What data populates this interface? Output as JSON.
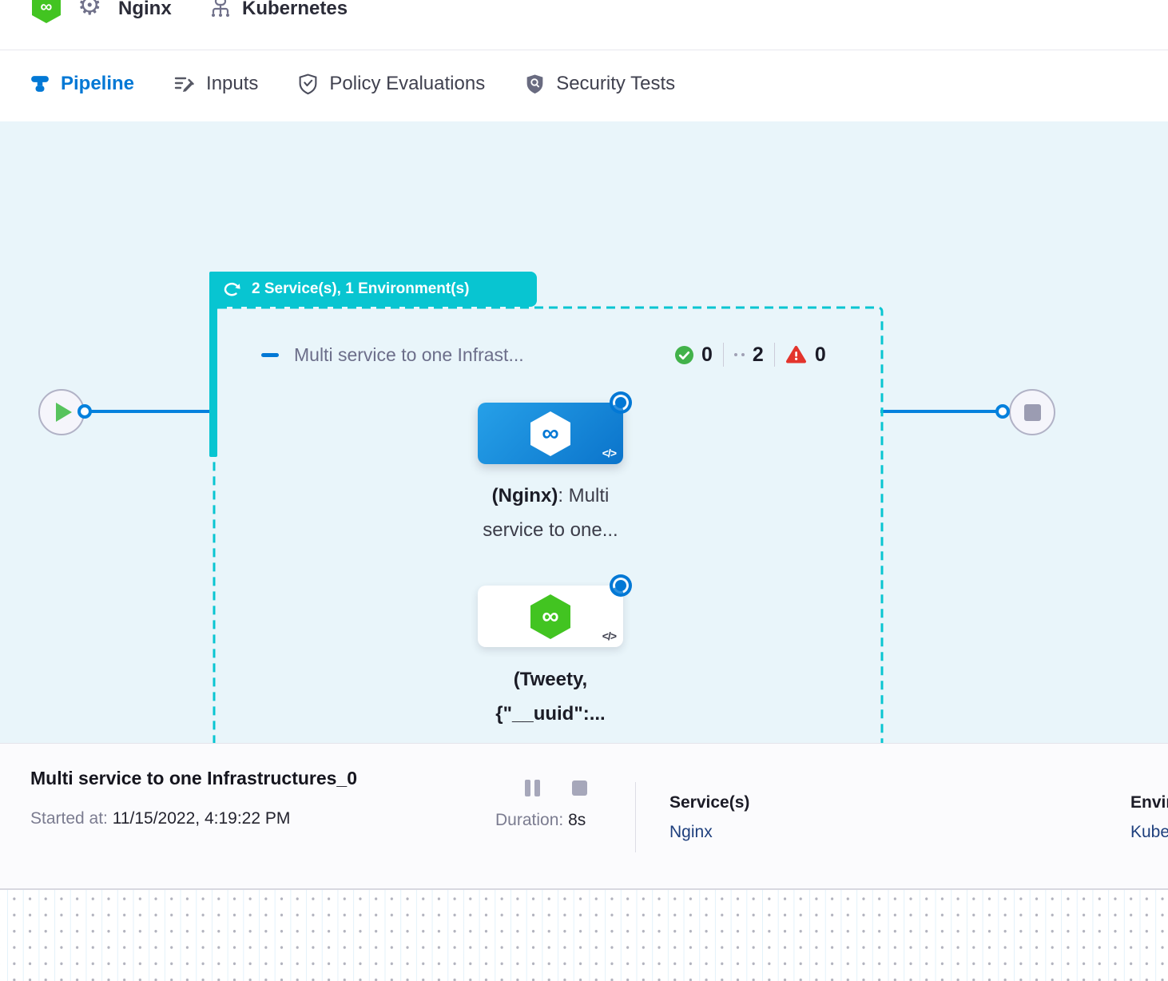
{
  "colors": {
    "accent_blue": "#0278d5",
    "stage_teal": "#08c5d1",
    "success_green": "#42b24a",
    "error_red": "#e3342c",
    "canvas_bg": "#e9f5fa",
    "link_navy": "#1e3f7d"
  },
  "topbar": {
    "service_label": "Nginx",
    "environment_label": "Kubernetes"
  },
  "tabs": [
    {
      "label": "Pipeline",
      "active": true
    },
    {
      "label": "Inputs",
      "active": false
    },
    {
      "label": "Policy Evaluations",
      "active": false
    },
    {
      "label": "Security Tests",
      "active": false
    }
  ],
  "stage": {
    "badge": "2 Service(s), 1 Environment(s)",
    "title": "Multi service to one Infrast...",
    "counts": {
      "success": "0",
      "running": "2",
      "failed": "0"
    },
    "nodes": {
      "nginx": {
        "line1_bold": "(Nginx)",
        "line1_rest": ": Multi",
        "line2": "service to one..."
      },
      "tweety": {
        "line1": "(Tweety,",
        "line2": "{\"__uuid\":..."
      }
    }
  },
  "icons": {
    "infinity": "∞",
    "code": "</>",
    "gear": "⚙"
  },
  "footer": {
    "title": "Multi service to one Infrastructures_0",
    "started_label": "Started at:",
    "started_value": "11/15/2022, 4:19:22 PM",
    "duration_label": "Duration:",
    "duration_value": "8s",
    "services_label": "Service(s)",
    "services_value": "Nginx",
    "environments_label": "Environment(s)",
    "environments_value": "Kubernetes"
  }
}
